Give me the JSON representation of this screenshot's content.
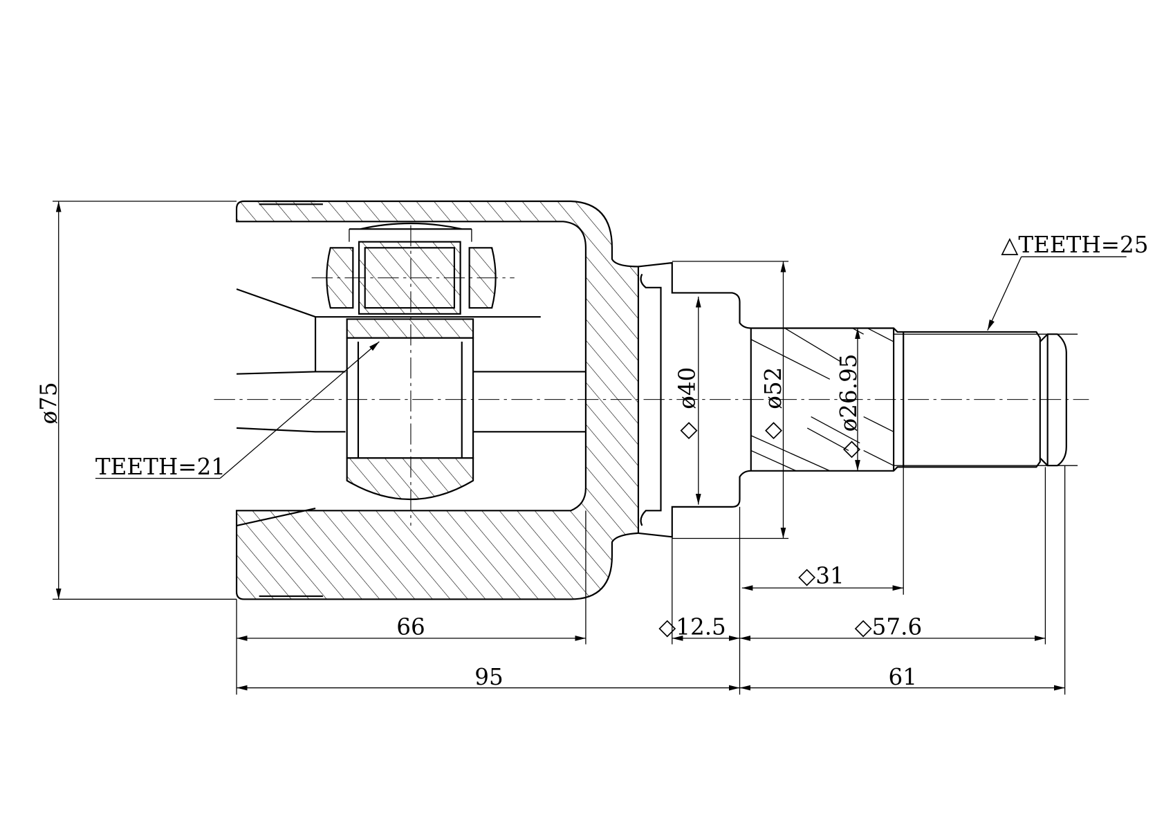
{
  "drawing": {
    "annotations": {
      "teeth_inner": "TEETH=21",
      "teeth_outer": "△TEETH=25"
    },
    "dimensions": {
      "outer_diameter": "ø75",
      "flange_diameter": "ø40",
      "shoulder_diameter": "ø52",
      "spline_diameter": "ø26.95",
      "spline_length": "◇31",
      "housing_depth": "66",
      "flange_width": "◇12.5",
      "shaft_length_to_groove": "◇57.6",
      "housing_length": "95",
      "shaft_length": "61"
    },
    "markers": {
      "diamond_40": "◇",
      "diamond_52": "◇",
      "diamond_26": "◇"
    }
  }
}
